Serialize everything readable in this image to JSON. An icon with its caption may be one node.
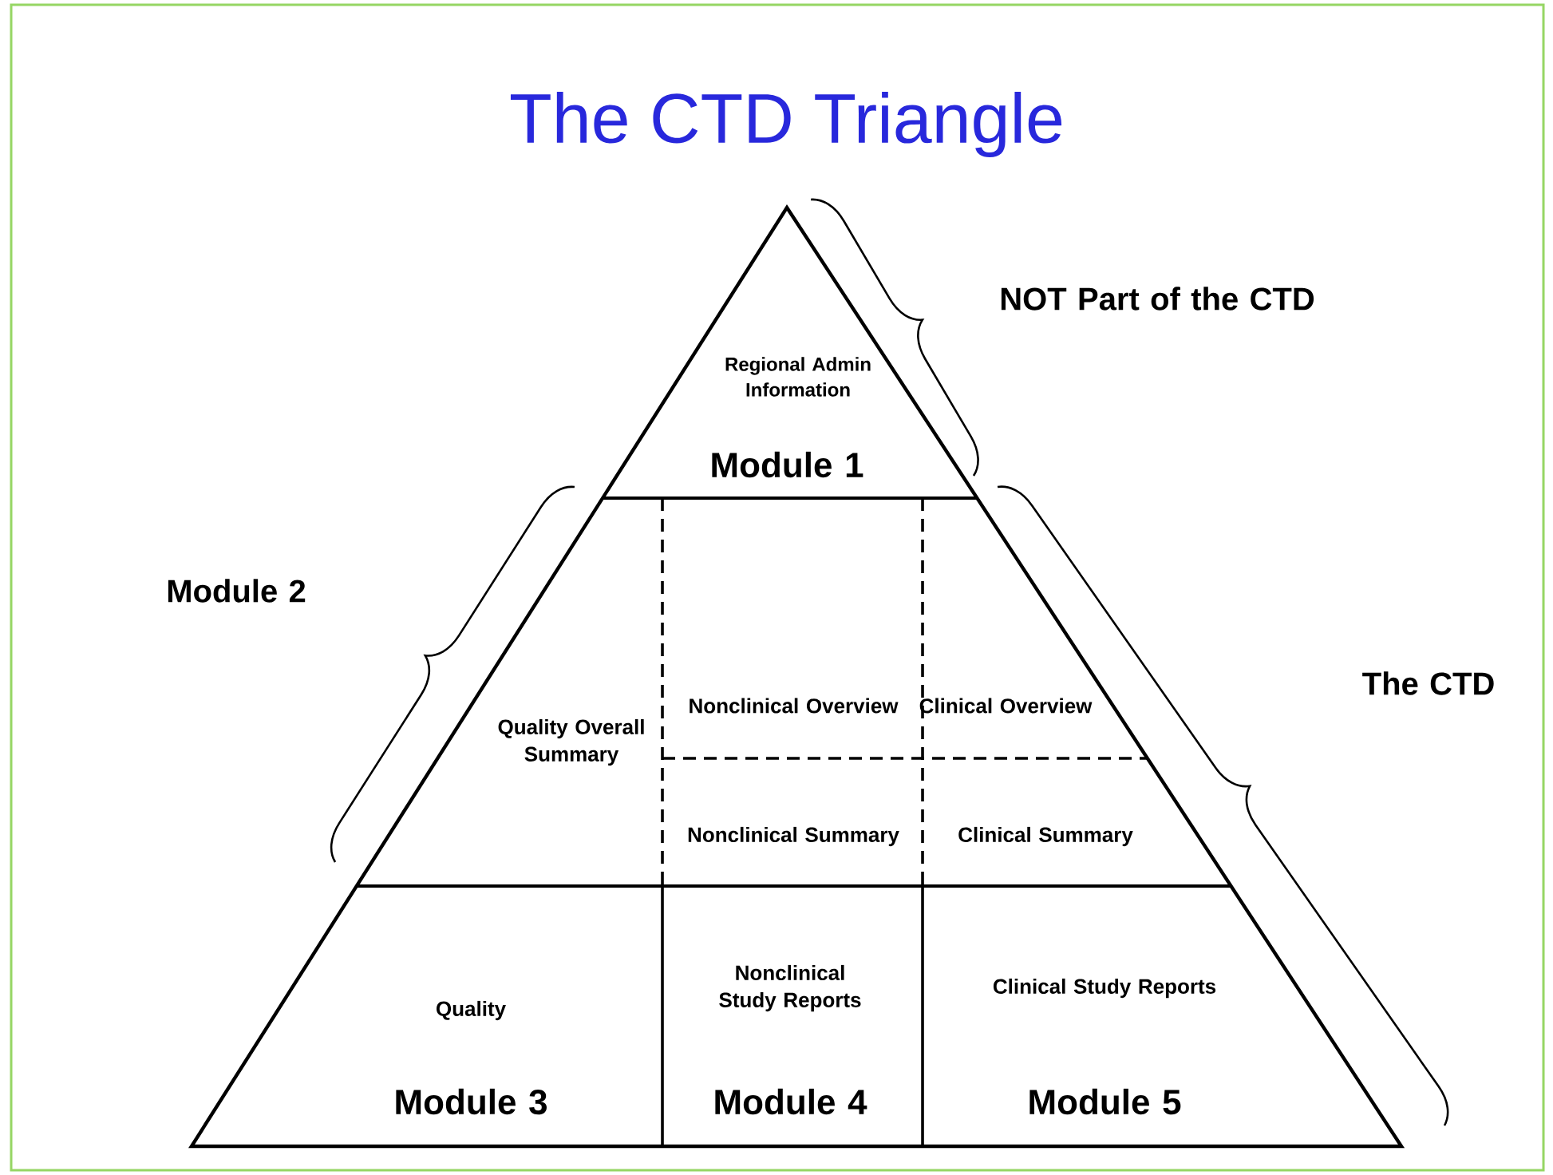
{
  "diagram": {
    "title": "The CTD Triangle",
    "nodes": [
      {
        "text": [
          "Regional Admin Information",
          "Module 1"
        ]
      },
      {
        "text": [
          "Quality Overall Summary"
        ]
      },
      {
        "text": [
          "Nonclinical Overview"
        ]
      },
      {
        "text": [
          "Clinical Overview"
        ]
      },
      {
        "text": [
          "Nonclinical Summary"
        ]
      },
      {
        "text": [
          "Clinical Summary"
        ]
      },
      {
        "text": [
          "Quality",
          "Module 3"
        ]
      },
      {
        "text": [
          "Nonclinical Study Reports",
          "Module 4"
        ]
      },
      {
        "text": [
          "Clinical Study Reports",
          "Module 5"
        ]
      }
    ],
    "labels": [
      "NOT Part of the CTD",
      "Module 2",
      "The CTD"
    ]
  }
}
